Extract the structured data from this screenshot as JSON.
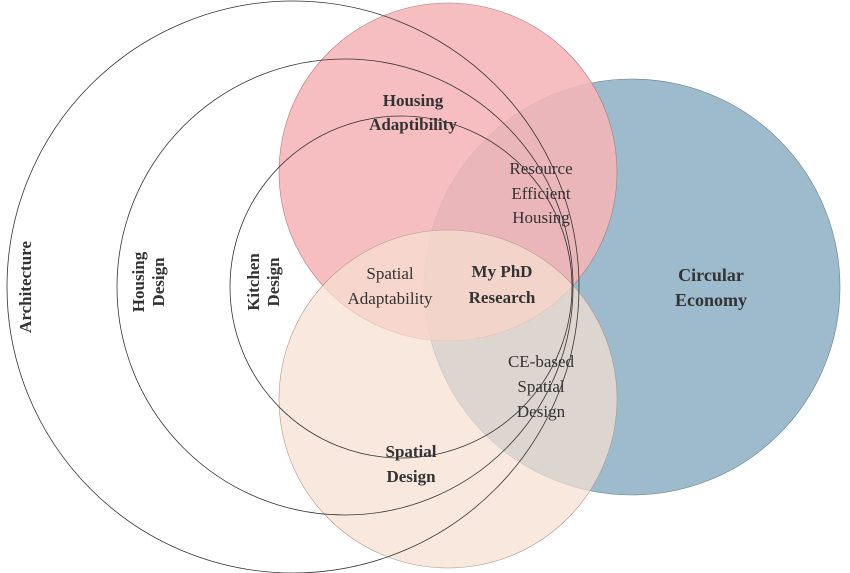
{
  "diagram": {
    "circles": {
      "architecture": {
        "label": "Architecture"
      },
      "housing_design": {
        "label_line1": "Housing",
        "label_line2": "Design"
      },
      "kitchen_design": {
        "label_line1": "Kitchen",
        "label_line2": "Design"
      },
      "housing_adaptability": {
        "label_line1": "Housing",
        "label_line2": "Adaptibility",
        "color": "#f5b5b7"
      },
      "circular_economy": {
        "label_line1": "Circular",
        "label_line2": "Economy",
        "color": "#9dbbcc"
      },
      "spatial_design": {
        "label_line1": "Spatial",
        "label_line2": "Design",
        "color": "#f5dfd1"
      }
    },
    "intersections": {
      "resource_efficient": {
        "line1": "Resource",
        "line2": "Efficient",
        "line3": "Housing"
      },
      "spatial_adaptability": {
        "line1": "Spatial",
        "line2": "Adaptability"
      },
      "ce_based": {
        "line1": "CE-based",
        "line2": "Spatial",
        "line3": "Design"
      },
      "phd": {
        "line1": "My PhD",
        "line2": "Research"
      }
    }
  }
}
